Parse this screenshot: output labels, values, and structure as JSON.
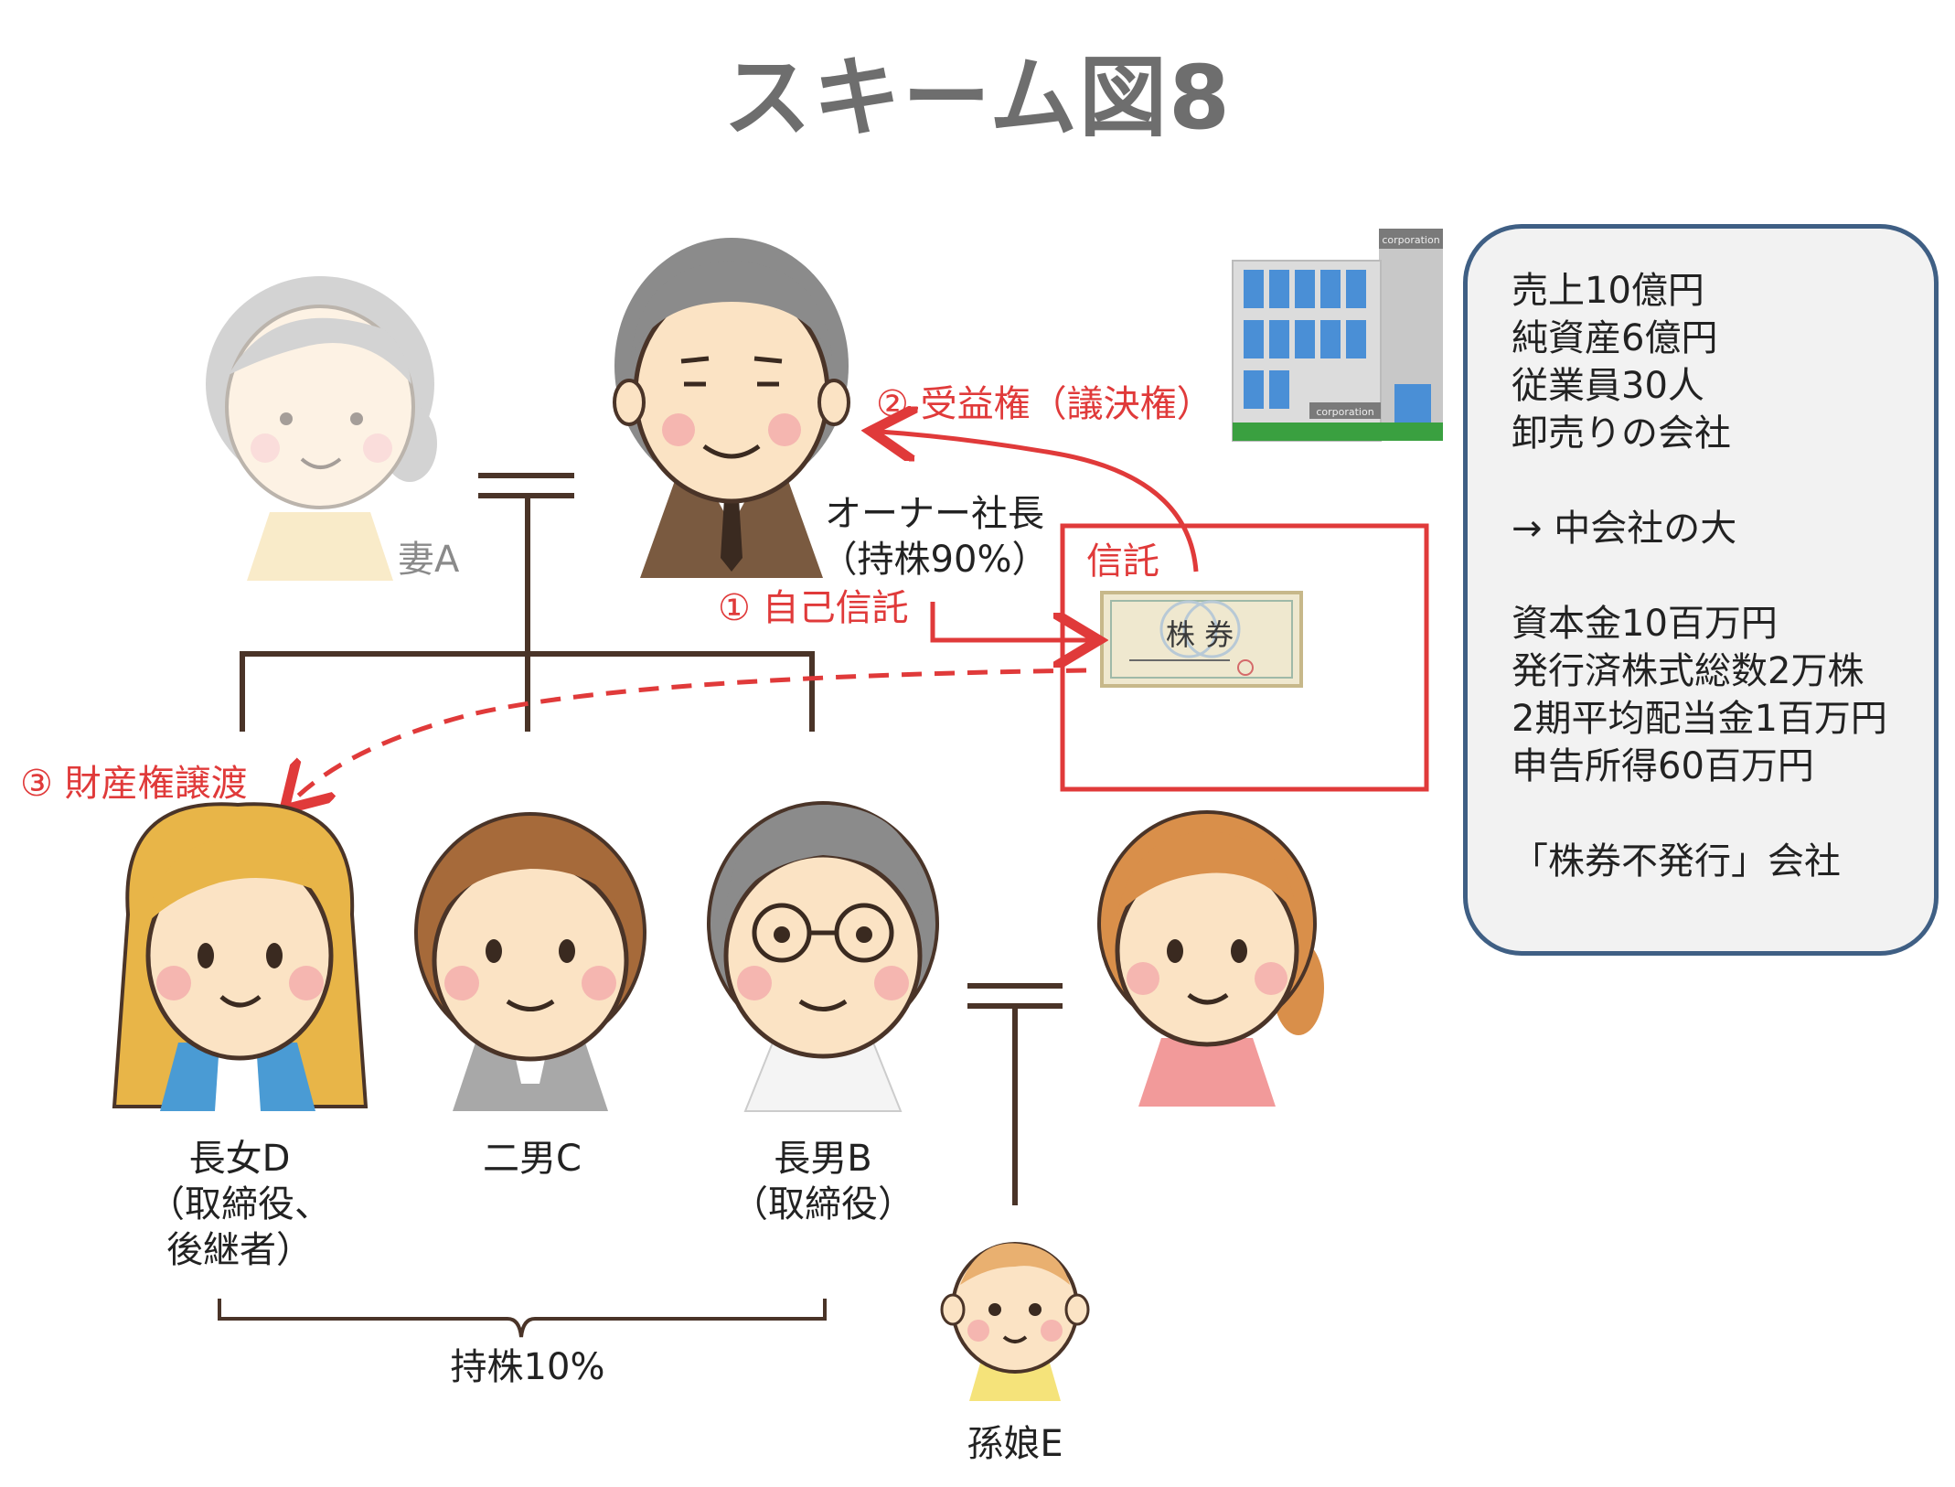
{
  "title": "スキーム図8",
  "people": {
    "wife": "妻A",
    "owner": {
      "name": "オーナー社長",
      "shares": "（持株90%）"
    },
    "eldest_daughter": {
      "name": "長女D",
      "role_line1": "（取締役、",
      "role_line2": "後継者）"
    },
    "second_son": {
      "name": "二男C"
    },
    "eldest_son": {
      "name": "長男B",
      "role": "（取締役）"
    },
    "granddaughter": "孫娘E"
  },
  "shares_bracket": "持株10%",
  "trust": {
    "label": "信託",
    "certificate_text": "株 券",
    "step1": "① 自己信託",
    "step2": "② 受益権（議決権）",
    "step3": "③ 財産権譲渡"
  },
  "building_signs": [
    "corporation",
    "corporation"
  ],
  "company_info": {
    "lines_a": [
      "売上10億円",
      "純資産6億円",
      "従業員30人",
      "卸売りの会社"
    ],
    "size_class": "→ 中会社の大",
    "lines_b": [
      "資本金10百万円",
      "発行済株式総数2万株",
      "2期平均配当金1百万円",
      "申告所得60百万円"
    ],
    "note": "「株券不発行」会社"
  },
  "colors": {
    "accent_red": "#e03a3a",
    "box_border": "#3f5f84",
    "line_brown": "#4a3428"
  }
}
